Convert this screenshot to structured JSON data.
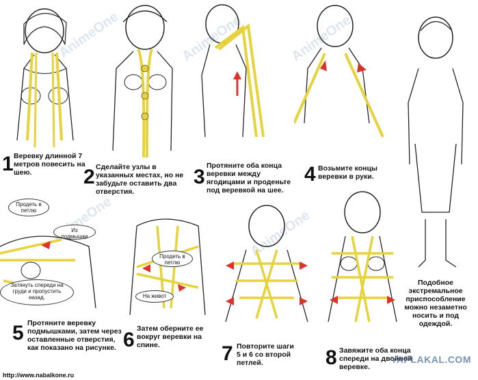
{
  "steps": [
    {
      "n": "1",
      "text": "Веревку длинной 7 метров повесить на шею."
    },
    {
      "n": "2",
      "text": "Сделайте узлы в указанных местах, но не забудьте оставить два отверстия."
    },
    {
      "n": "3",
      "text": "Протяните оба конца веревки между ягодицами и проденьте под веревкой на шее."
    },
    {
      "n": "4",
      "text": "Возьмите концы веревки в руки."
    },
    {
      "n": "5",
      "text": "Протяните веревку подмышками, затем через оставленные отверстия, как показано на рисунке."
    },
    {
      "n": "6",
      "text": "Затем оберните ее вокруг веревки на спине."
    },
    {
      "n": "7",
      "text": "Повторите шаги 5 и 6 со второй петлей."
    },
    {
      "n": "8",
      "text": "Завяжите оба конца спереди на двойной веревке."
    }
  ],
  "final_caption": "Подобное экстремальное приспособление можно незаметно носить и под одеждой.",
  "bubbles": {
    "b5a": "Продеть в петлю",
    "b5b": "Из подмышки",
    "b5c": "Затянуть спереди на груди и пропустить назад.",
    "b6a": "Продеть в петлю",
    "b6b": "На живот"
  },
  "watermark": "AnimeOne",
  "footer_site": "http://www.nabalkone.ru",
  "brand": "YAPLAKAL.COM",
  "colors": {
    "rope": "#e6d23a",
    "arrow": "#d9342b",
    "line": "#222222"
  }
}
